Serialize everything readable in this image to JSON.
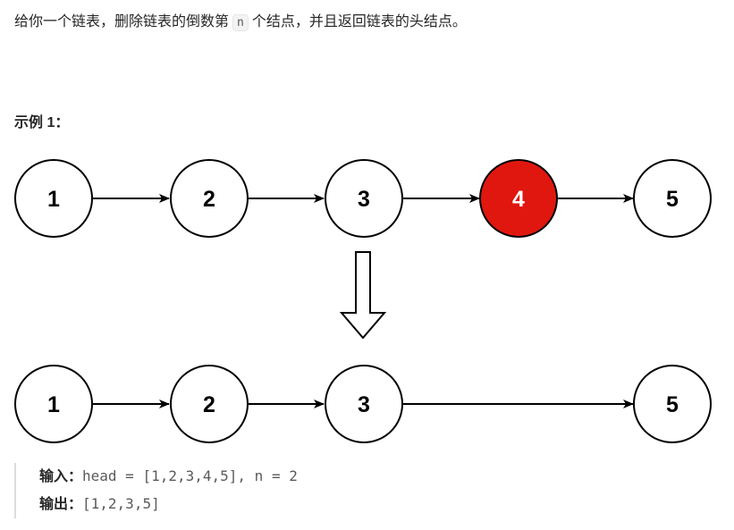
{
  "problem": {
    "text_before": "给你一个链表，删除链表的倒数第",
    "code_n": "n",
    "text_after": "个结点，并且返回链表的头结点。"
  },
  "example": {
    "title": "示例 1："
  },
  "diagram": {
    "top_list": [
      "1",
      "2",
      "3",
      "4",
      "5"
    ],
    "bottom_list": [
      "1",
      "2",
      "3",
      "5"
    ],
    "removed_value": "4",
    "highlight_color": "#e0170f"
  },
  "io": {
    "input_label": "输入：",
    "input_value": "head = [1,2,3,4,5], n = 2",
    "output_label": "输出：",
    "output_value": "[1,2,3,5]"
  }
}
